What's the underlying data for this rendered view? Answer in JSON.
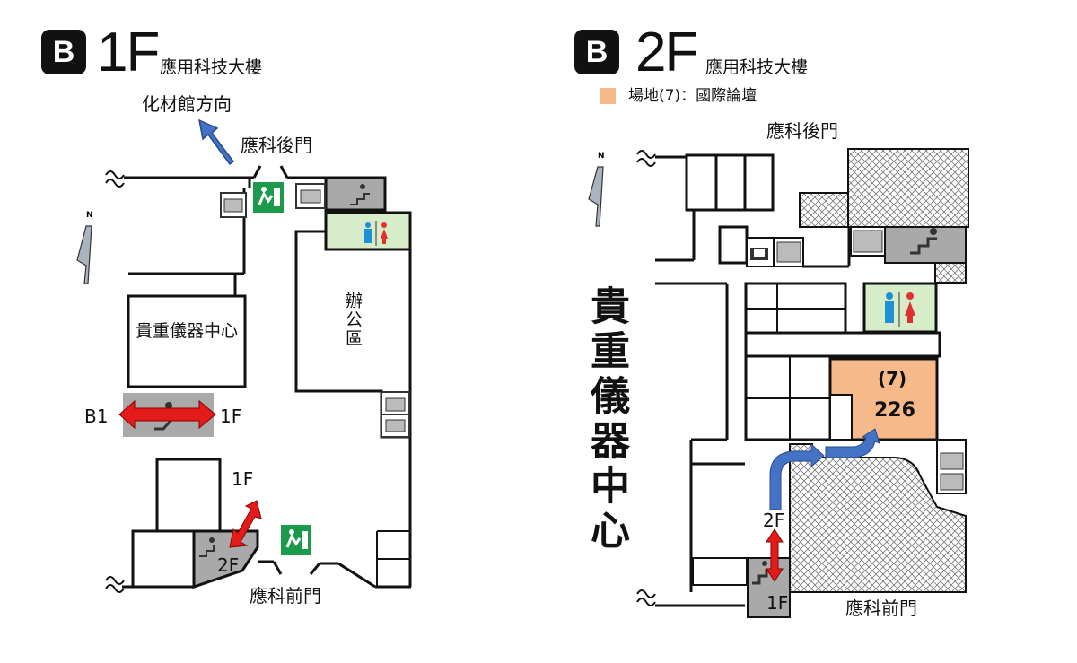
{
  "colors": {
    "venue": "#f6b98a",
    "restroom_bg": "#d7ecc8",
    "gray_block": "#a9a9a9",
    "exit_green": "#1a9a4a",
    "arrow_red": "#e41b1b",
    "arrow_blue": "#4472c4",
    "male": "#1e90d6",
    "female": "#e0312f"
  },
  "floor_1f": {
    "badge": "B",
    "floor": "1F",
    "building": "應用科技大樓",
    "direction_label": "化材館方向",
    "back_gate": "應科後門",
    "front_gate": "應科前門",
    "office": "辦公區",
    "instrument_center": "貴重儀器中心",
    "escalator_from": "B1",
    "escalator_to": "1F",
    "stair_up": "1F",
    "stair_floor": "2F",
    "north": "N"
  },
  "floor_2f": {
    "badge": "B",
    "floor": "2F",
    "building": "應用科技大樓",
    "legend": "場地(7)：國際論壇",
    "back_gate": "應科後門",
    "front_gate": "應科前門",
    "instrument_center": "貴重儀器中心",
    "venue_number": "(7)",
    "venue_room": "226",
    "stair_up": "2F",
    "stair_floor": "1F",
    "north": "N"
  }
}
